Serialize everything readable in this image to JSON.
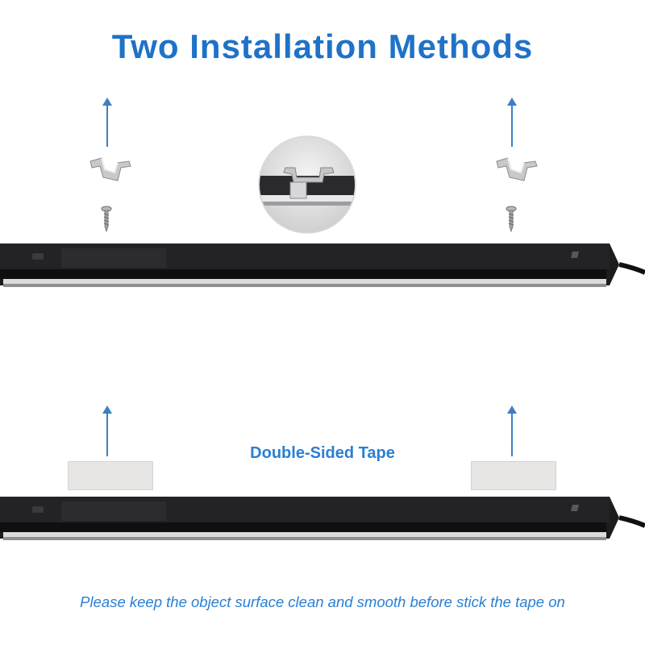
{
  "title": "Two Installation Methods",
  "tape_label": "Double-Sided Tape",
  "note": "Please keep the object surface clean and smooth before stick the tape on",
  "colors": {
    "accent": "#1f72c8",
    "arrow": "#3d7fc4",
    "bar": "#1b1b1d"
  },
  "icons": [
    "mounting-clip-icon",
    "screw-icon",
    "up-arrow-icon",
    "tape-strip-icon"
  ]
}
